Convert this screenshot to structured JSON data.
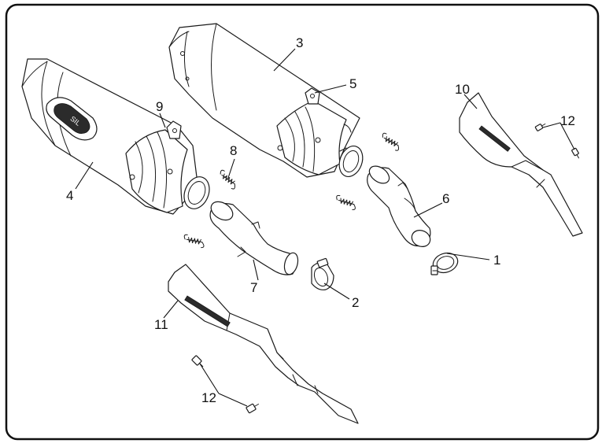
{
  "diagram": {
    "colors": {
      "line": "#1a1a1a",
      "background": "#ffffff",
      "border": "#111111",
      "logo_fill": "#2b2b2b"
    },
    "callouts": [
      {
        "id": "c1",
        "label": "1"
      },
      {
        "id": "c2",
        "label": "2"
      },
      {
        "id": "c3",
        "label": "3"
      },
      {
        "id": "c4",
        "label": "4"
      },
      {
        "id": "c5",
        "label": "5"
      },
      {
        "id": "c6",
        "label": "6"
      },
      {
        "id": "c7",
        "label": "7"
      },
      {
        "id": "c8",
        "label": "8"
      },
      {
        "id": "c9",
        "label": "9"
      },
      {
        "id": "c10",
        "label": "10"
      },
      {
        "id": "c11",
        "label": "11"
      },
      {
        "id": "c12a",
        "label": "12"
      },
      {
        "id": "c12b",
        "label": "12"
      }
    ]
  }
}
